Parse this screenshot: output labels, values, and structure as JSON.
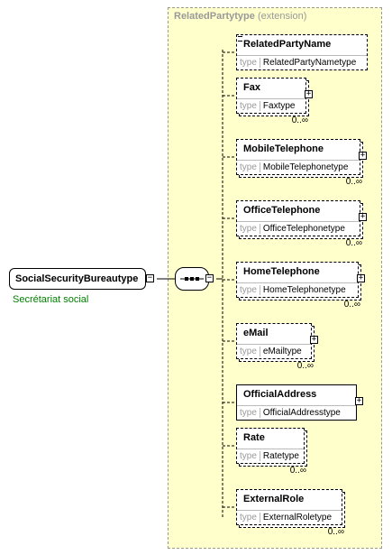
{
  "extension": {
    "name": "RelatedPartytype",
    "label": "(extension)"
  },
  "root": {
    "name": "SocialSecurityBureautype",
    "documentation": "Secrétariat social"
  },
  "elements": [
    {
      "name": "RelatedPartyName",
      "type_kw": "type",
      "type": "RelatedPartyNametype",
      "cardinality": ""
    },
    {
      "name": "Fax",
      "type_kw": "type",
      "type": "Faxtype",
      "cardinality": "0..∞"
    },
    {
      "name": "MobileTelephone",
      "type_kw": "type",
      "type": "MobileTelephonetype",
      "cardinality": "0..∞"
    },
    {
      "name": "OfficeTelephone",
      "type_kw": "type",
      "type": "OfficeTelephonetype",
      "cardinality": "0..∞"
    },
    {
      "name": "HomeTelephone",
      "type_kw": "type",
      "type": "HomeTelephonetype",
      "cardinality": "0..∞"
    },
    {
      "name": "eMail",
      "type_kw": "type",
      "type": "eMailtype",
      "cardinality": "0..∞"
    },
    {
      "name": "OfficialAddress",
      "type_kw": "type",
      "type": "OfficialAddresstype",
      "cardinality": ""
    },
    {
      "name": "Rate",
      "type_kw": "type",
      "type": "Ratetype",
      "cardinality": "0..∞"
    },
    {
      "name": "ExternalRole",
      "type_kw": "type",
      "type": "ExternalRoletype",
      "cardinality": "0..∞"
    }
  ],
  "expand_symbol": "+",
  "collapse_symbol": "−",
  "colors": {
    "extension_bg": "#ffffcc",
    "documentation": "#008000",
    "type_keyword": "#999999"
  }
}
